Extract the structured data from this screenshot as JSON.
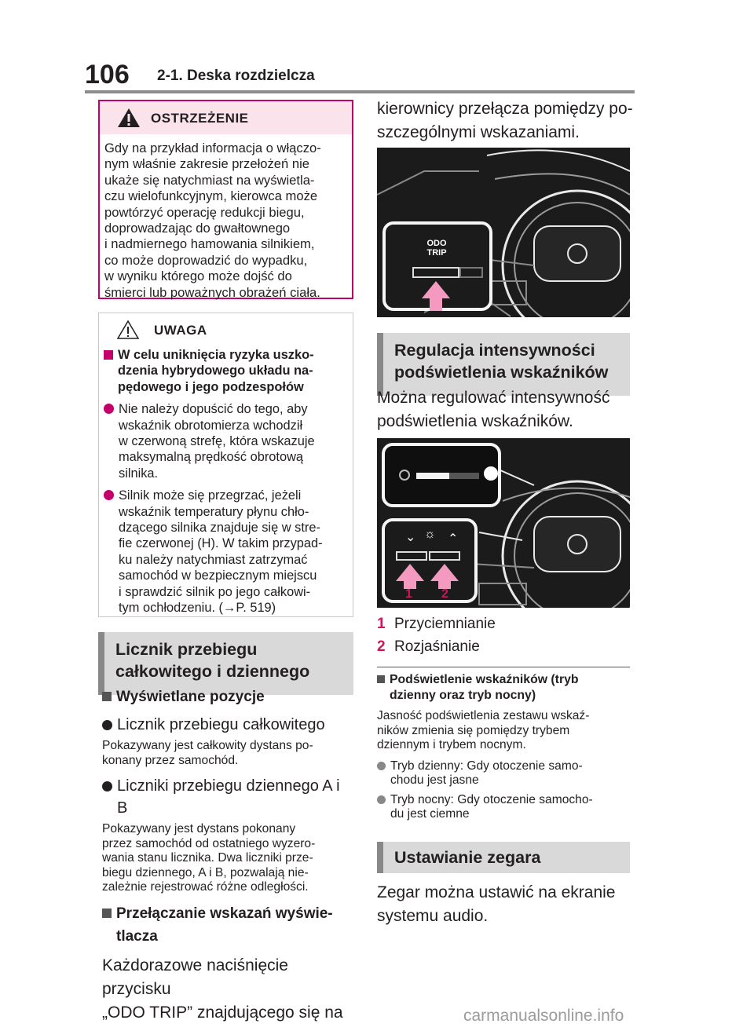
{
  "header": {
    "page_number": "106",
    "section": "2-1. Deska rozdzielcza"
  },
  "warning_box": {
    "title": "OSTRZEŻENIE",
    "icon": "warning-triangle-icon",
    "text": "Gdy na przykład informacja o włączo-\nnym właśnie zakresie przełożeń nie\nukaże się natychmiast na wyświetla-\nczu wielofunkcyjnym, kierowca może\npowtórzyć operację redukcji biegu,\ndoprowadzając do gwałtownego\ni nadmiernego hamowania silnikiem,\nco może doprowadzić do wypadku,\nw wyniku którego może dojść do\nśmierci lub poważnych obrażeń ciała."
  },
  "caution_box": {
    "title": "UWAGA",
    "icon": "caution-triangle-icon",
    "heading": "W celu uniknięcia ryzyka uszko-\ndzenia hybrydowego układu na-\npędowego i jego podzespołów",
    "items": [
      "Nie należy dopuścić do tego, aby\nwskaźnik obrotomierza wchodził\nw czerwoną strefę, która wskazuje\nmaksymalną prędkość obrotową\nsilnika.",
      "Silnik może się przegrzać, jeżeli\nwskaźnik temperatury płynu chło-\ndzącego silnika znajduje się w stre-\nfie czerwonej (H). W takim przypad-\nku należy natychmiast zatrzymać\nsamochód w bezpiecznym miejscu\ni sprawdzić silnik po jego całkowi-\ntym ochłodzeniu. (→P. 519)"
    ]
  },
  "left_column": {
    "section_title": "Licznik przebiegu\ncałkowitego i dziennego",
    "sub1": "Wyświetlane pozycje",
    "bullet1": "Licznik przebiegu całkowitego",
    "bullet1_text": "Pokazywany jest całkowity dystans po-\nkonany przez samochód.",
    "bullet2": "Liczniki przebiegu dziennego A i B",
    "bullet2_text": "Pokazywany jest dystans pokonany\nprzez samochód od ostatniego wyzero-\nwania stanu licznika. Dwa liczniki prze-\nbiegu dziennego, A i B, pozwalają nie-\nzależnie rejestrować różne odległości.",
    "sub2": "Przełączanie wskazań wyświe-\ntlacza",
    "para": "Każdorazowe naciśnięcie przycisku\n„ODO TRIP” znajdującego się na"
  },
  "right_column": {
    "para_cont": "kierownicy przełącza pomiędzy po-\nszczególnymi wskazaniami.",
    "figure1": {
      "button_label_line1": "ODO",
      "button_label_line2": "TRIP"
    },
    "section_brightness": "Regulacja intensywności\npodświetlenia wskaźników",
    "brightness_text": "Można regulować intensywność\npodświetlenia wskaźników.",
    "figure2": {
      "label1": "1",
      "label2": "2"
    },
    "legend": [
      {
        "num": "1",
        "text": "Przyciemnianie"
      },
      {
        "num": "2",
        "text": "Rozjaśnianie"
      }
    ],
    "sub_daynight": "Podświetlenie wskaźników (tryb\ndzienny oraz tryb nocny)",
    "daynight_text": "Jasność podświetlenia zestawu wskaź-\nników zmienia się pomiędzy trybem\ndziennym i trybem nocnym.",
    "daynight_items": [
      "Tryb dzienny: Gdy otoczenie samo-\nchodu jest jasne",
      "Tryb nocny: Gdy otoczenie samocho-\ndu jest ciemne"
    ],
    "section_clock": "Ustawianie zegara",
    "clock_text": "Zegar można ustawić na ekranie\nsystemu audio."
  },
  "footer": {
    "watermark": "carmanualsonline.info"
  },
  "colors": {
    "accent": "#d4145a",
    "warning_border": "#c4006a",
    "bar_bg": "#d9d9d9"
  }
}
